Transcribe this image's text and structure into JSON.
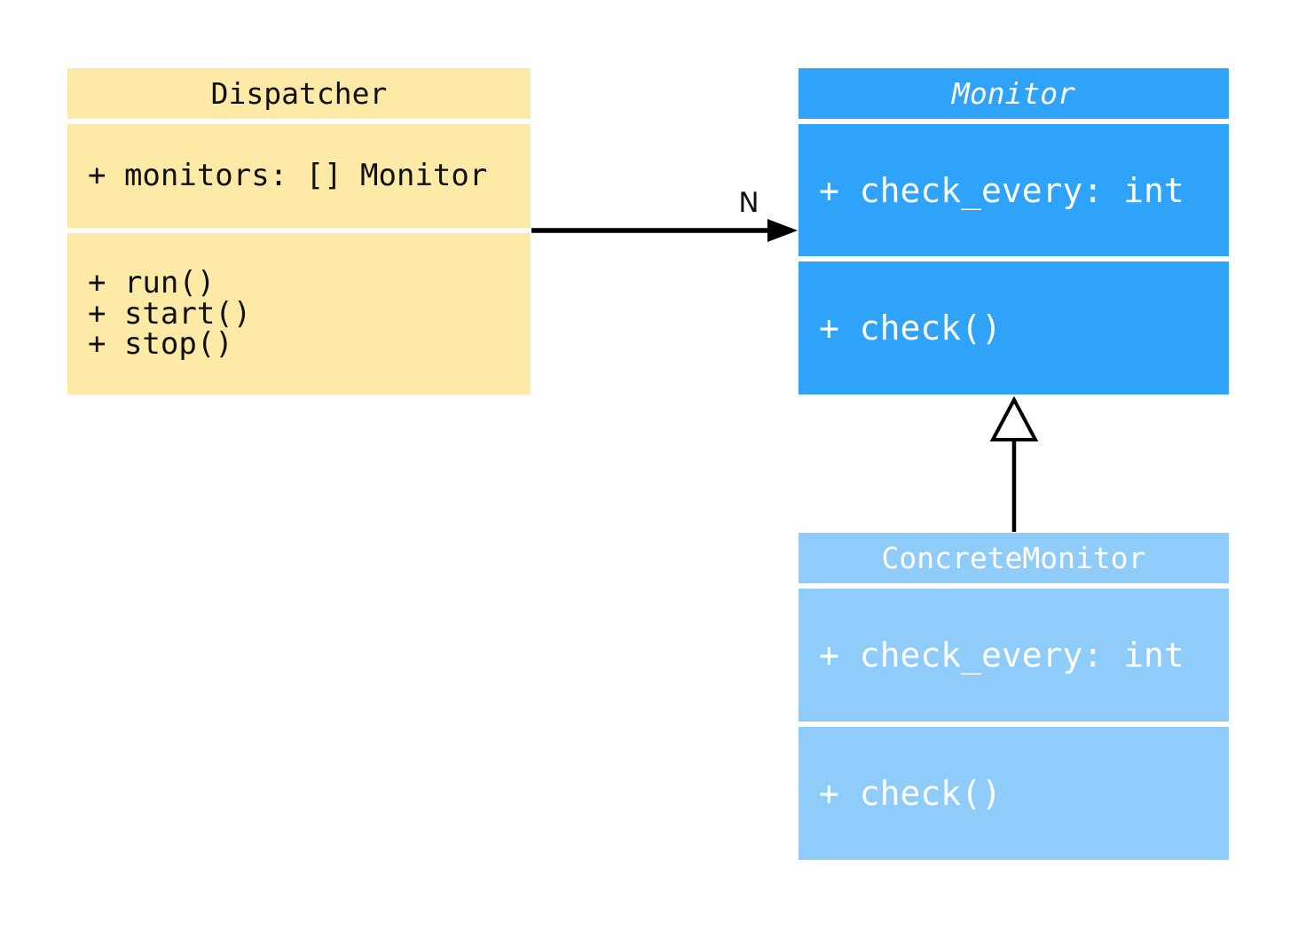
{
  "page": {
    "background": "#FFFFFF"
  },
  "diagram": {
    "type": "uml-class-diagram",
    "classes": [
      {
        "name": "Dispatcher",
        "abstract": false,
        "fill": "#FDEAA7",
        "text_color": "#111111",
        "attributes": [
          "+ monitors: [] Monitor"
        ],
        "methods": [
          "+ run()",
          "+ start()",
          "+ stop()"
        ]
      },
      {
        "name": "Monitor",
        "abstract": true,
        "fill": "#2FA3FA",
        "text_color": "#FFFFFF",
        "attributes": [
          "+ check_every: int"
        ],
        "methods": [
          "+ check()"
        ]
      },
      {
        "name": "ConcreteMonitor",
        "abstract": false,
        "fill": "#8FCCFA",
        "text_color": "#FFFFFF",
        "attributes": [
          "+ check_every: int"
        ],
        "methods": [
          "+ check()"
        ]
      }
    ],
    "relationships": [
      {
        "type": "association",
        "from": "Dispatcher",
        "to": "Monitor",
        "label": "N",
        "line_color": "#000000"
      },
      {
        "type": "inheritance",
        "from": "ConcreteMonitor",
        "to": "Monitor",
        "label": "",
        "line_color": "#000000"
      }
    ]
  }
}
